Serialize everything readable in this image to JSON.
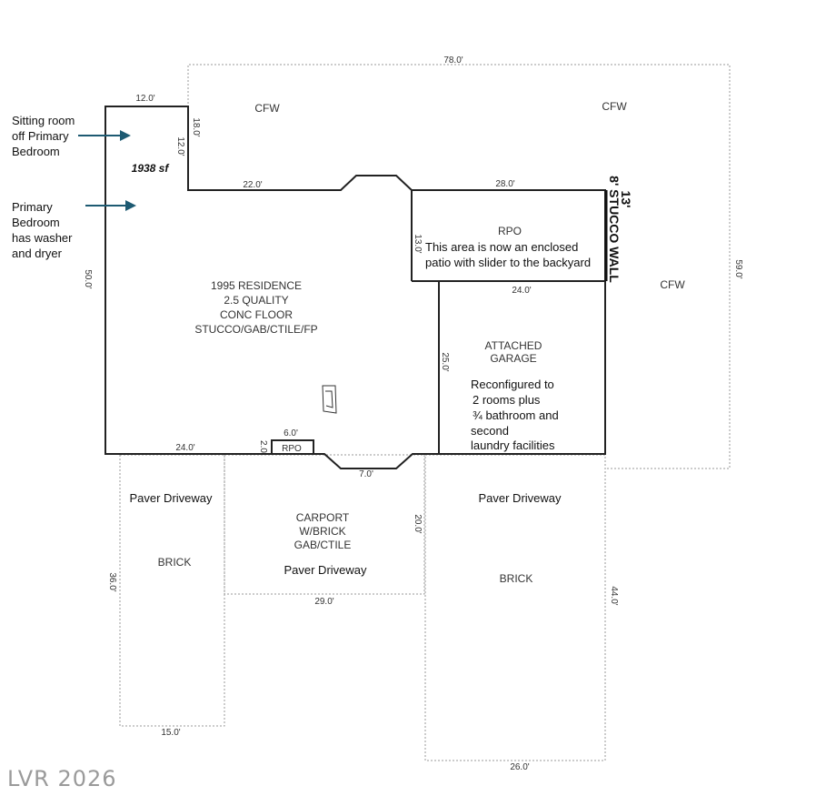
{
  "dimensions": {
    "top_overall": "78.0'",
    "sitting_top": "12.0'",
    "sitting_right_upper": "18.0'",
    "sitting_right_lower": "12.0'",
    "wall_22": "22.0'",
    "wall_28": "28.0'",
    "rpo_13": "13.0'",
    "rpo_24": "24.0'",
    "right_59": "59.0'",
    "left_50": "50.0'",
    "garage_25": "25.0'",
    "bottom_24": "24.0'",
    "rpo_small_6": "6.0'",
    "rpo_small_2": "2.0",
    "bump_7": "7.0'",
    "carport_20": "20.0'",
    "carport_29": "29.0'",
    "left_drive_36": "36.0'",
    "left_drive_15": "15.0'",
    "right_drive_44": "44.0'",
    "right_drive_26": "26.0'"
  },
  "labels": {
    "cfw_1": "CFW",
    "cfw_2": "CFW",
    "cfw_3": "CFW",
    "area_sf": "1938 sf",
    "rpo_main": "RPO",
    "rpo_small": "RPO",
    "residence_lines": [
      "1995 RESIDENCE",
      "2.5 QUALITY",
      "CONC FLOOR",
      "STUCCO/GAB/CTILE/FP"
    ],
    "garage_lines": [
      "ATTACHED",
      "GARAGE"
    ],
    "carport_lines": [
      "CARPORT",
      "W/BRICK",
      "GAB/CTILE"
    ],
    "paver_left": "Paver Driveway",
    "paver_center": "Paver Driveway",
    "paver_right": "Paver Driveway",
    "brick_left": "BRICK",
    "brick_right": "BRICK",
    "stucco_wall_13": "13'",
    "stucco_wall_text": "8' STUCCO WALL"
  },
  "notes": {
    "sitting_room": [
      "Sitting room",
      "off Primary",
      "Bedroom"
    ],
    "primary_bedroom": [
      "Primary",
      "Bedroom",
      "has washer",
      "and dryer"
    ],
    "rpo_enclosed": [
      "This area is now an enclosed",
      "patio with slider to the backyard"
    ],
    "garage_reconfig": [
      "Reconfigured to",
      "2 rooms plus",
      "¾ bathroom and",
      "second",
      "laundry facilities"
    ]
  },
  "watermark": "LVR 2026",
  "colors": {
    "arrow": "#1d5a72",
    "outline": "#222222",
    "dotted": "#9a9a9a"
  }
}
